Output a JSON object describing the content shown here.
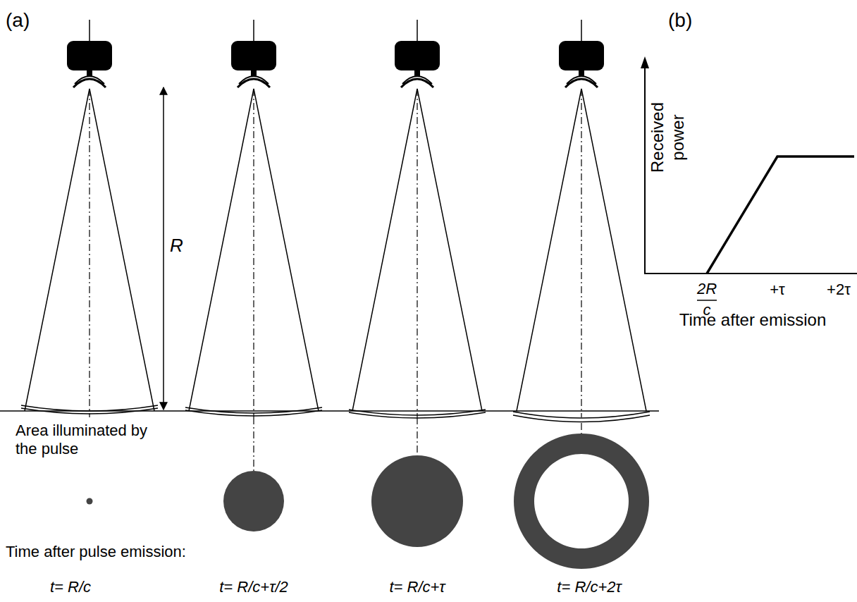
{
  "diagram": {
    "labels": [
      "(a)",
      "(b)",
      "R",
      "Area illuminated by the pulse",
      "Time after pulse emission:",
      "t= R/c",
      "t= R/c+τ/2",
      "t= R/c+τ",
      "t= R/c+2τ",
      "Received power",
      "2R",
      "c",
      "+τ",
      "+2τ",
      "Time after emission"
    ]
  }
}
